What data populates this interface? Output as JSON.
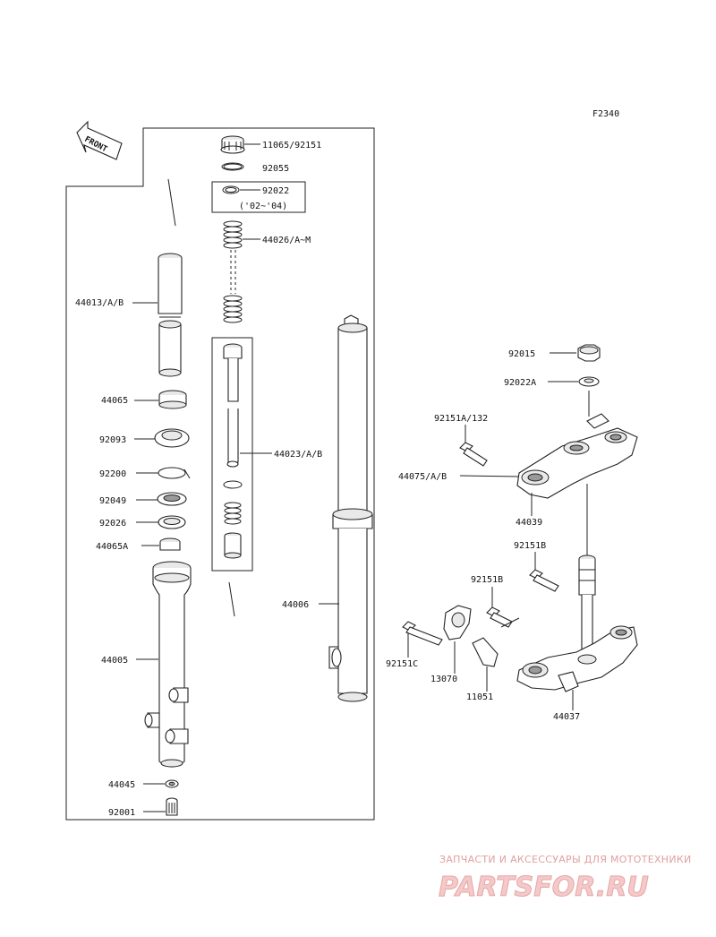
{
  "figure_code": "F2340",
  "front_arrow": "FRONT",
  "labels": {
    "l11065": "11065/92151",
    "l92055": "92055",
    "l92022": "92022",
    "l92022_years": "('02~'04)",
    "l44026": "44026/A~M",
    "l44013": "44013/A/B",
    "l44065": "44065",
    "l92093": "92093",
    "l44023": "44023/A/B",
    "l92200": "92200",
    "l92049": "92049",
    "l92026": "92026",
    "l44065A": "44065A",
    "l44006": "44006",
    "l44005": "44005",
    "l44045": "44045",
    "l92001": "92001",
    "l92015": "92015",
    "l92022A": "92022A",
    "l92151A": "92151A/132",
    "l44075": "44075/A/B",
    "l44039": "44039",
    "l92151B_1": "92151B",
    "l92151B_2": "92151B",
    "l92151C": "92151C",
    "l13070": "13070",
    "l11051": "11051",
    "l44037": "44037"
  },
  "watermark": {
    "caption": "ЗАПЧАСТИ И АКСЕССУАРЫ ДЛЯ МОТОТЕХНИКИ",
    "brand": "PARTSFOR.RU"
  }
}
